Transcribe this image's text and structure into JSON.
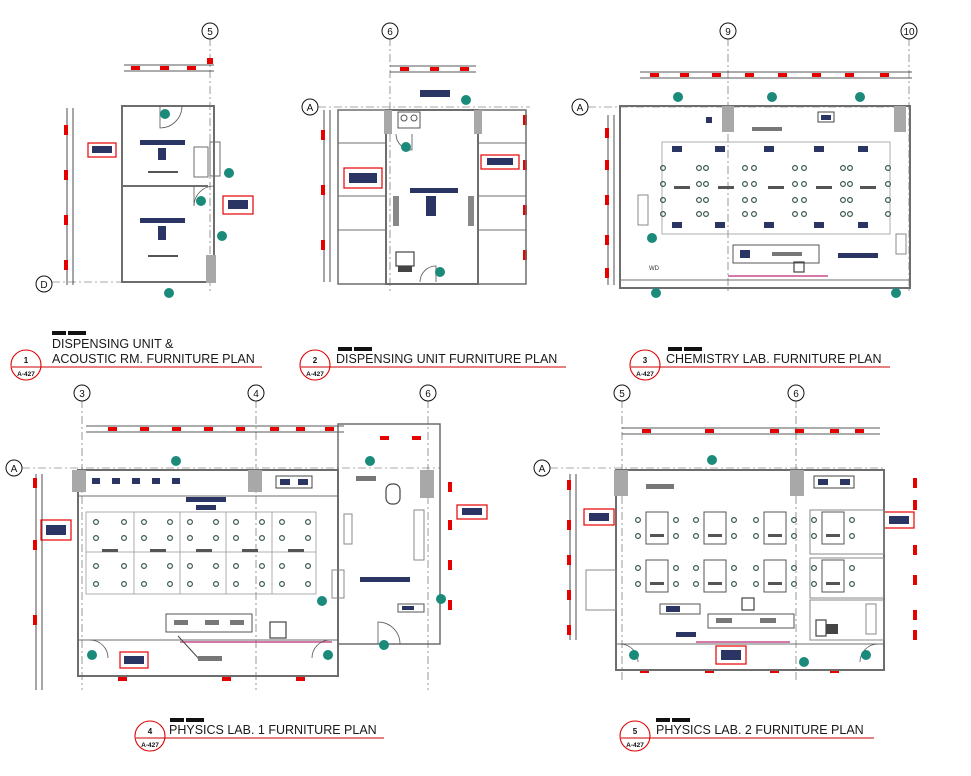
{
  "drawings": [
    {
      "number": "1",
      "sheet_ref": "A-427",
      "title_line1": "DISPENSING UNIT &",
      "title_line2": "ACOUSTIC RM. FURNITURE PLAN",
      "grid_labels": [
        "5",
        "D"
      ]
    },
    {
      "number": "2",
      "sheet_ref": "A-427",
      "title": "DISPENSING UNIT FURNITURE PLAN",
      "grid_labels": [
        "6",
        "A"
      ]
    },
    {
      "number": "3",
      "sheet_ref": "A-427",
      "title": "CHEMISTRY LAB. FURNITURE PLAN",
      "grid_labels": [
        "9",
        "10",
        "A"
      ],
      "room_tag": "WD"
    },
    {
      "number": "4",
      "sheet_ref": "A-427",
      "title": "PHYSICS LAB. 1 FURNITURE PLAN",
      "grid_labels": [
        "3",
        "4",
        "6",
        "A"
      ]
    },
    {
      "number": "5",
      "sheet_ref": "A-427",
      "title": "PHYSICS LAB. 2 FURNITURE PLAN",
      "grid_labels": [
        "5",
        "6",
        "A"
      ]
    }
  ],
  "colors": {
    "wall": "#6d6d6d",
    "dimension": "#222222",
    "tag_red": "#e60000",
    "furniture": "#2b3563",
    "fixture_teal": "#1a8a7a",
    "column": "#a8a8a8",
    "title_underline": "#cc0000"
  }
}
